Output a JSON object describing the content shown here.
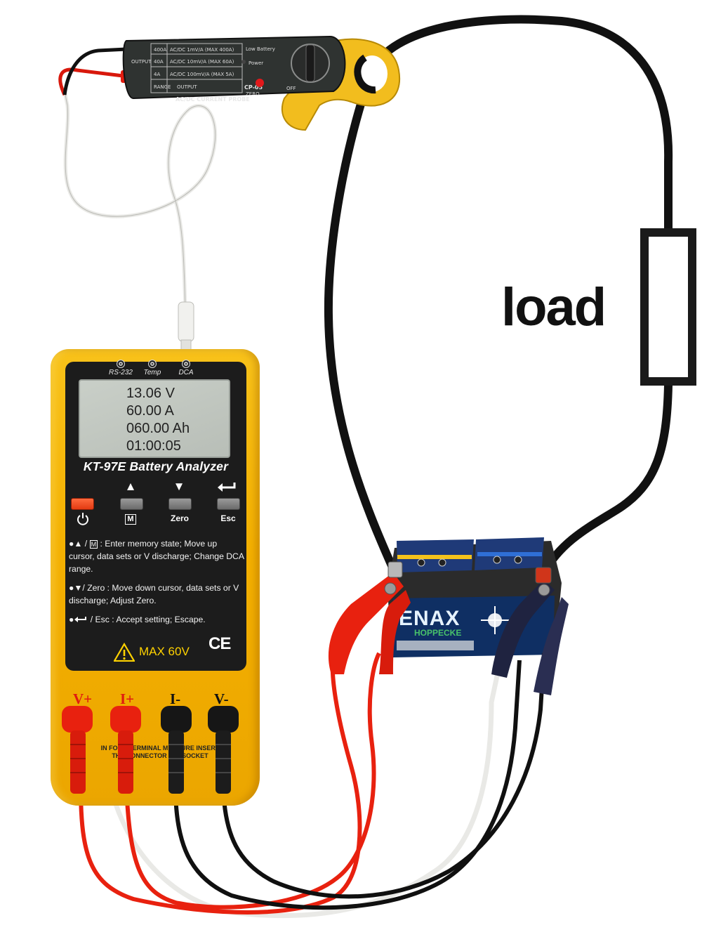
{
  "clamp_probe": {
    "model": "CP-05",
    "type_label": "AC/DC CURRENT PROBE",
    "zero_label": "ZERO",
    "power_label": "Power",
    "low_battery_label": "Low Battery",
    "range_header": "RANGE",
    "output_header": "OUTPUT",
    "ranges": [
      "4A",
      "40A",
      "400A"
    ],
    "outputs": [
      "AC/DC 100mV/A (MAX 5A)",
      "AC/DC 10mV/A (MAX 60A)",
      "AC/DC 1mV/A (MAX 400A)"
    ],
    "off_label": "OFF",
    "output_jack_label": "OUTPUT",
    "colors": {
      "body": "#2f3331",
      "jaw": "#f2bd1e"
    }
  },
  "meter": {
    "ports": [
      "RS-232",
      "Temp",
      "DCA"
    ],
    "display": {
      "voltage": "13.06 V",
      "current": "60.00 A",
      "capacity": "060.00 Ah",
      "time": "01:00:05"
    },
    "brand": "KT-97E Battery Analyzer",
    "keys": {
      "power_icon": "power-icon",
      "up_symbol": "▲",
      "down_symbol": "▼",
      "enter_icon": "enter-arrow-icon",
      "up_label": "M",
      "down_label": "Zero",
      "enter_label": "Esc"
    },
    "help": {
      "line1_prefix": "●▲ / ",
      "line1_box": "M",
      "line1_text": " : Enter memory state; Move up cursor, data sets or V discharge; Change DCA range.",
      "line2": "●▼/ Zero : Move down cursor, data sets or V discharge; Adjust Zero.",
      "line3_prefix": "●",
      "line3_text": " / Esc : Accept setting; Escape."
    },
    "warning": "MAX 60V",
    "ce_mark": "CE",
    "jacks": [
      "V+",
      "I+",
      "I-",
      "V-"
    ],
    "insert_text_1": "IN FOUR TERMINAL MEASURE INSERT",
    "insert_text_2": "THE CONNECTOR IN 2 SOCKET",
    "colors": {
      "case": "#f4b000",
      "face": "#1c1c1c",
      "lcd": "#c2c8c1",
      "warning": "#ffd200"
    }
  },
  "load": {
    "label": "load"
  },
  "battery": {
    "brand_1": "ENAX",
    "brand_2": "HOPPECKE",
    "colors": {
      "case": "#2b2b2b",
      "label": "#0f2f63"
    }
  },
  "wires": {
    "colors": {
      "red": "#e8210f",
      "black": "#101010",
      "white": "#e9e9e6"
    }
  }
}
